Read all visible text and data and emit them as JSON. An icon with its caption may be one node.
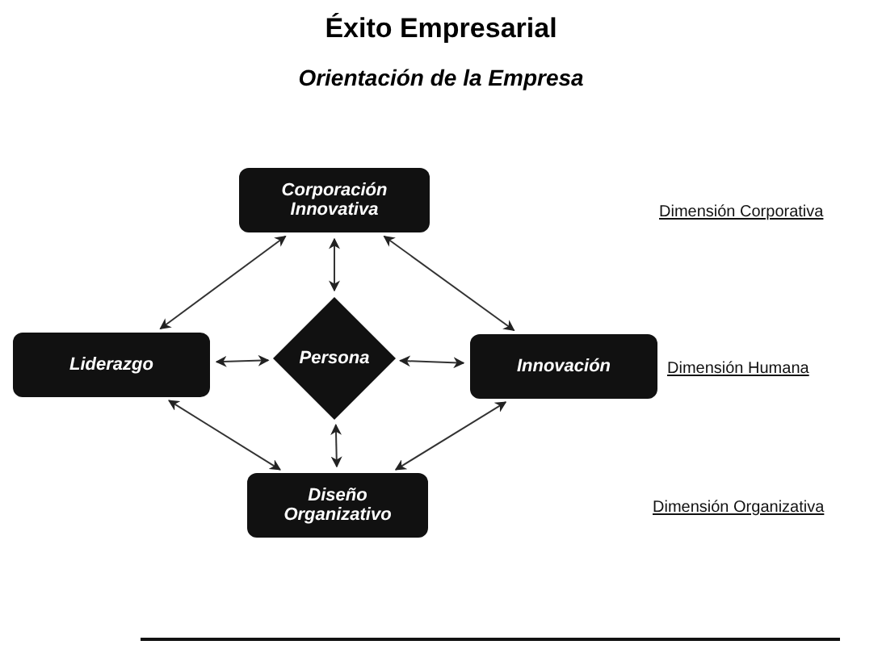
{
  "diagram": {
    "title": "Éxito Empresarial",
    "caption": "Orientación de la Empresa",
    "nodes": [
      {
        "text": [
          "Corporación Innovativa"
        ]
      },
      {
        "text": [
          "Liderazgo"
        ]
      },
      {
        "text": [
          "Persona"
        ]
      },
      {
        "text": [
          "Innovación"
        ]
      },
      {
        "text": [
          "Diseño Organizativo"
        ]
      }
    ],
    "edges": [
      {
        "from": 1,
        "to": 0,
        "arrow": "both"
      },
      {
        "from": 0,
        "to": 3,
        "arrow": "both"
      },
      {
        "from": 1,
        "to": 4,
        "arrow": "both"
      },
      {
        "from": 3,
        "to": 4,
        "arrow": "both"
      },
      {
        "from": 2,
        "to": 0,
        "arrow": "both"
      },
      {
        "from": 2,
        "to": 1,
        "arrow": "both"
      },
      {
        "from": 2,
        "to": 3,
        "arrow": "both"
      },
      {
        "from": 2,
        "to": 4,
        "arrow": "both"
      }
    ],
    "labels": [
      "Dimensión Corporativa",
      "Dimensión Humana",
      "Dimensión Organizativa"
    ]
  }
}
